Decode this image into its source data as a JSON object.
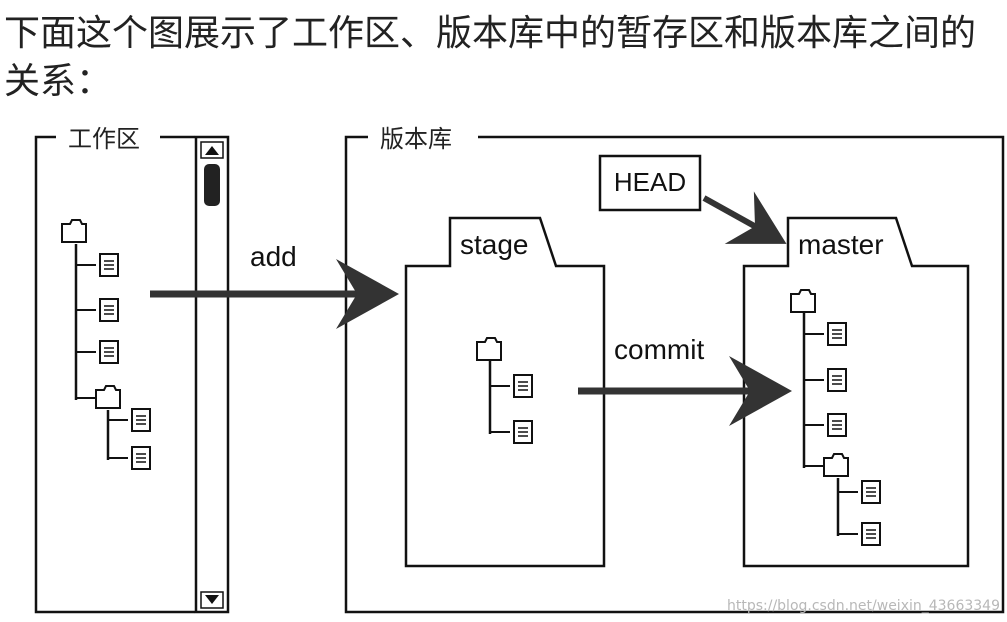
{
  "intro_text": "下面这个图展示了工作区、版本库中的暂存区和版本库之间的关系：",
  "workspace": {
    "label": "工作区"
  },
  "repository": {
    "label": "版本库"
  },
  "stage": {
    "label": "stage"
  },
  "master": {
    "label": "master"
  },
  "head": {
    "label": "HEAD"
  },
  "arrows": {
    "add_label": "add",
    "commit_label": "commit"
  },
  "watermark": "https://blog.csdn.net/weixin_43663349",
  "icons": {
    "folder": "folder-icon",
    "file": "file-icon"
  },
  "colors": {
    "stroke": "#111111",
    "arrow": "#333333"
  }
}
